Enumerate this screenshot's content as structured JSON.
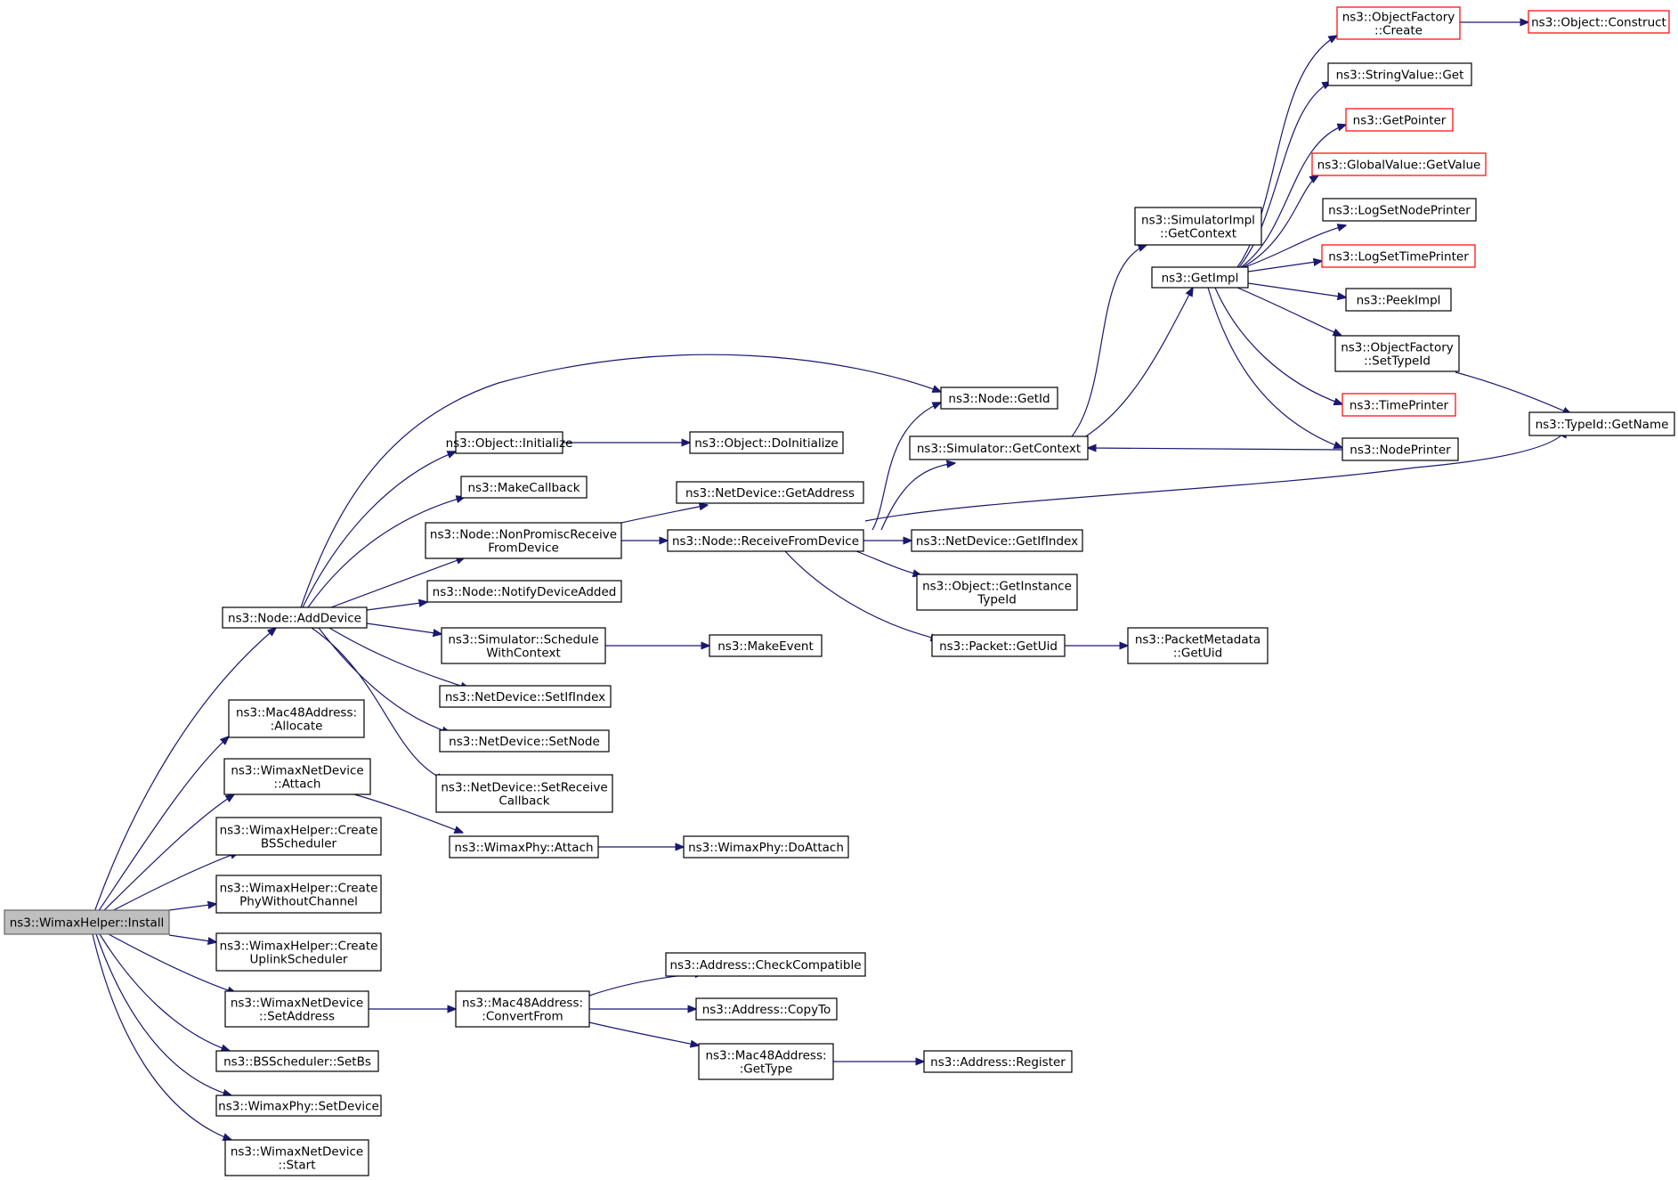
{
  "colors": {
    "edge": "#191970",
    "box": "#000000",
    "truncated": "#ff0000",
    "root_fill": "#bfbfbf"
  },
  "nodes": {
    "wimaxhelper_install": [
      "ns3::WimaxHelper::Install"
    ],
    "node_adddevice": [
      "ns3::Node::AddDevice"
    ],
    "mac48_allocate": [
      "ns3::Mac48Address:",
      ":Allocate"
    ],
    "wimaxnetdevice_attach": [
      "ns3::WimaxNetDevice",
      "::Attach"
    ],
    "create_bsscheduler": [
      "ns3::WimaxHelper::Create",
      "BSScheduler"
    ],
    "create_phywithoutchannel": [
      "ns3::WimaxHelper::Create",
      "PhyWithoutChannel"
    ],
    "create_uplinkscheduler": [
      "ns3::WimaxHelper::Create",
      "UplinkScheduler"
    ],
    "wimaxnetdevice_setaddress": [
      "ns3::WimaxNetDevice",
      "::SetAddress"
    ],
    "bsscheduler_setbs": [
      "ns3::BSScheduler::SetBs"
    ],
    "wimaxphy_setdevice": [
      "ns3::WimaxPhy::SetDevice"
    ],
    "wimaxnetdevice_start": [
      "ns3::WimaxNetDevice",
      "::Start"
    ],
    "object_initialize": [
      "ns3::Object::Initialize"
    ],
    "makecallback": [
      "ns3::MakeCallback"
    ],
    "node_nonpromiscreceive": [
      "ns3::Node::NonPromiscReceive",
      "FromDevice"
    ],
    "node_notifydeviceadded": [
      "ns3::Node::NotifyDeviceAdded"
    ],
    "simulator_schedulewithcontext": [
      "ns3::Simulator::Schedule",
      "WithContext"
    ],
    "netdevice_setifindex": [
      "ns3::NetDevice::SetIfIndex"
    ],
    "netdevice_setnode": [
      "ns3::NetDevice::SetNode"
    ],
    "netdevice_setreceivecallback": [
      "ns3::NetDevice::SetReceive",
      "Callback"
    ],
    "wimaxphy_attach": [
      "ns3::WimaxPhy::Attach"
    ],
    "mac48_convertfrom": [
      "ns3::Mac48Address:",
      ":ConvertFrom"
    ],
    "object_doinitialize": [
      "ns3::Object::DoInitialize"
    ],
    "netdevice_getaddress": [
      "ns3::NetDevice::GetAddress"
    ],
    "node_receivefromdevice": [
      "ns3::Node::ReceiveFromDevice"
    ],
    "makeevent": [
      "ns3::MakeEvent"
    ],
    "wimaxphy_doattach": [
      "ns3::WimaxPhy::DoAttach"
    ],
    "address_checkcompatible": [
      "ns3::Address::CheckCompatible"
    ],
    "address_copyto": [
      "ns3::Address::CopyTo"
    ],
    "mac48_gettype": [
      "ns3::Mac48Address:",
      ":GetType"
    ],
    "node_getid": [
      "ns3::Node::GetId"
    ],
    "simulator_getcontext": [
      "ns3::Simulator::GetContext"
    ],
    "netdevice_getifindex": [
      "ns3::NetDevice::GetIfIndex"
    ],
    "object_getinstancetypeid": [
      "ns3::Object::GetInstance",
      "TypeId"
    ],
    "packet_getuid": [
      "ns3::Packet::GetUid"
    ],
    "address_register": [
      "ns3::Address::Register"
    ],
    "simulatorimpl_getcontext": [
      "ns3::SimulatorImpl",
      "::GetContext"
    ],
    "getimpl": [
      "ns3::GetImpl"
    ],
    "packetmetadata_getuid": [
      "ns3::PacketMetadata",
      "::GetUid"
    ],
    "objectfactory_create": [
      "ns3::ObjectFactory",
      "::Create"
    ],
    "stringvalue_get": [
      "ns3::StringValue::Get"
    ],
    "getpointer": [
      "ns3::GetPointer"
    ],
    "globalvalue_getvalue": [
      "ns3::GlobalValue::GetValue"
    ],
    "logsetnodeprinter": [
      "ns3::LogSetNodePrinter"
    ],
    "logsettimeprinter": [
      "ns3::LogSetTimePrinter"
    ],
    "peekimpl": [
      "ns3::PeekImpl"
    ],
    "objectfactory_settypeid": [
      "ns3::ObjectFactory",
      "::SetTypeId"
    ],
    "timeprinter": [
      "ns3::TimePrinter"
    ],
    "nodeprinter": [
      "ns3::NodePrinter"
    ],
    "object_construct": [
      "ns3::Object::Construct"
    ],
    "typeid_getname": [
      "ns3::TypeId::GetName"
    ]
  }
}
